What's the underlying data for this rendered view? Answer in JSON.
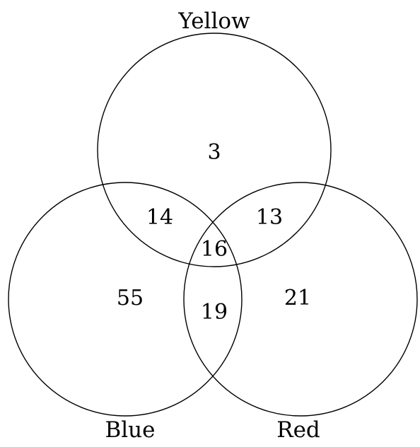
{
  "sets": {
    "yellow": {
      "label": "Yellow"
    },
    "blue": {
      "label": "Blue"
    },
    "red": {
      "label": "Red"
    }
  },
  "regions": {
    "yellow_only": "3",
    "blue_only": "55",
    "red_only": "21",
    "yellow_blue": "14",
    "yellow_red": "13",
    "blue_red": "19",
    "all_three": "16"
  }
}
